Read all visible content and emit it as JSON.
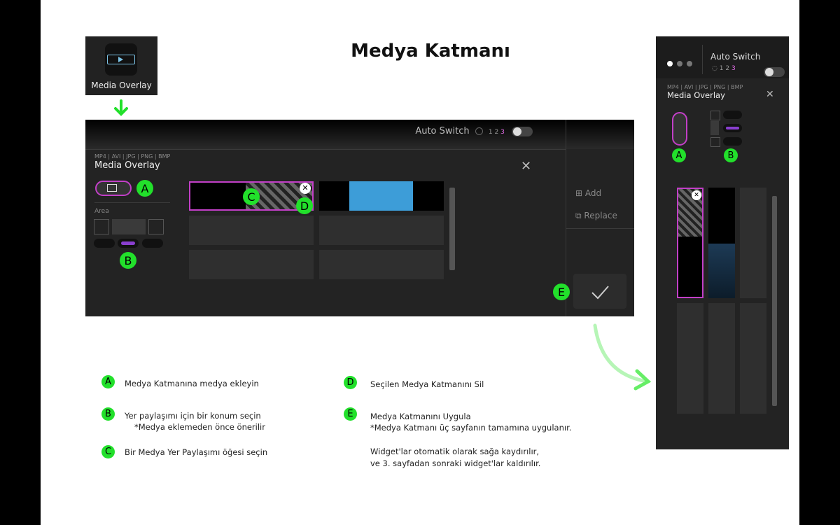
{
  "title": "Medya Katmanı",
  "source_icon": {
    "label": "Media Overlay",
    "icon": "film-play-icon"
  },
  "panel": {
    "auto_switch": "Auto Switch",
    "pages": [
      "1",
      "2",
      "3"
    ],
    "formats": "MP4 | AVI | JPG | PNG | BMP",
    "title": "Media Overlay",
    "area_label": "Area",
    "side": {
      "add": "Add",
      "replace": "Replace"
    }
  },
  "badges": {
    "a": "A",
    "b": "B",
    "c": "C",
    "d": "D",
    "e": "E"
  },
  "legend": {
    "a": "Medya Katmanına medya ekleyin",
    "b1": "Yer paylaşımı için bir konum seçin",
    "b2": "*Medya eklemeden önce önerilir",
    "c": "Bir Medya Yer Paylaşımı öğesi seçin",
    "d": "Seçilen Medya Katmanını Sil",
    "e1": "Medya Katmanını Uygula",
    "e2": "*Medya Katmanı üç sayfanın tamamına uygulanır.",
    "e3": "Widget'lar otomatik olarak sağa kaydırılır,",
    "e4": "ve 3. sayfadan sonraki widget'lar kaldırılır."
  },
  "phone": {
    "auto_switch": "Auto Switch",
    "pages": [
      "1",
      "2",
      "3"
    ],
    "formats": "MP4 | AVI | JPG | PNG | BMP",
    "title": "Media Overlay"
  },
  "colors": {
    "accent": "#c23fc7",
    "badge": "#22e02b",
    "panel_bg": "#232323"
  }
}
